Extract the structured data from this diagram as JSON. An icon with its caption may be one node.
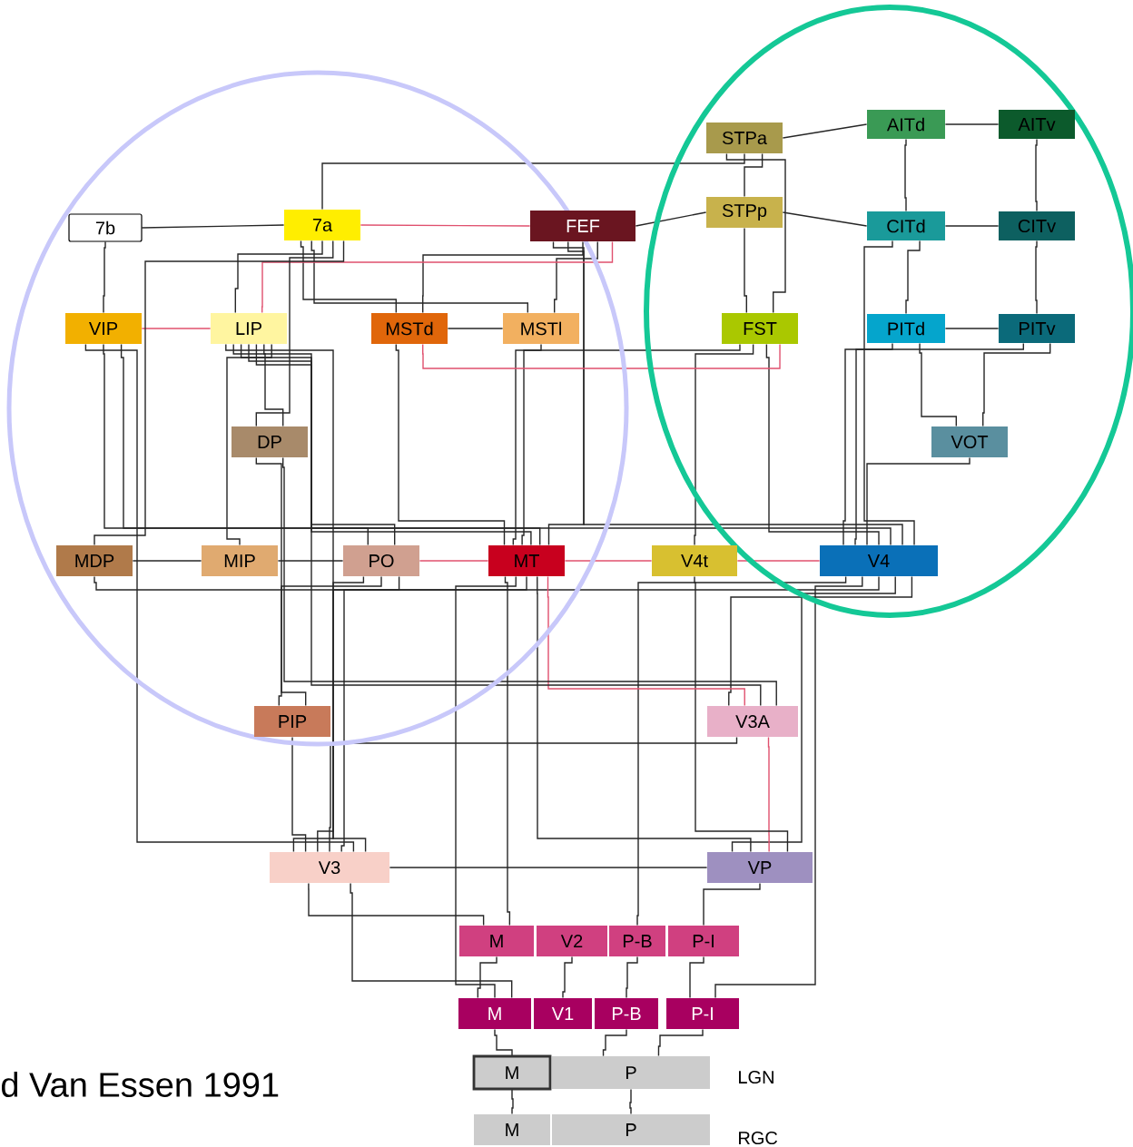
{
  "diagram": {
    "nodes": [
      {
        "text": [
          "STPa"
        ]
      },
      {
        "text": [
          "AITd"
        ]
      },
      {
        "text": [
          "AITv"
        ]
      },
      {
        "text": [
          "7b"
        ]
      },
      {
        "text": [
          "7a"
        ]
      },
      {
        "text": [
          "FEF"
        ]
      },
      {
        "text": [
          "STPp"
        ]
      },
      {
        "text": [
          "CITd"
        ]
      },
      {
        "text": [
          "CITv"
        ]
      },
      {
        "text": [
          "VIP"
        ]
      },
      {
        "text": [
          "LIP"
        ]
      },
      {
        "text": [
          "MSTd"
        ]
      },
      {
        "text": [
          "MSTl"
        ]
      },
      {
        "text": [
          "FST"
        ]
      },
      {
        "text": [
          "PITd"
        ]
      },
      {
        "text": [
          "PITv"
        ]
      },
      {
        "text": [
          "DP"
        ]
      },
      {
        "text": [
          "VOT"
        ]
      },
      {
        "text": [
          "MDP"
        ]
      },
      {
        "text": [
          "MIP"
        ]
      },
      {
        "text": [
          "PO"
        ]
      },
      {
        "text": [
          "MT"
        ]
      },
      {
        "text": [
          "V4t"
        ]
      },
      {
        "text": [
          "V4"
        ]
      },
      {
        "text": [
          "PIP"
        ]
      },
      {
        "text": [
          "V3A"
        ]
      },
      {
        "text": [
          "V3"
        ]
      },
      {
        "text": [
          "VP"
        ]
      },
      {
        "text": [
          "M"
        ]
      },
      {
        "text": [
          "V2"
        ]
      },
      {
        "text": [
          "P-B"
        ]
      },
      {
        "text": [
          "P-I"
        ]
      },
      {
        "text": [
          "M"
        ]
      },
      {
        "text": [
          "V1"
        ]
      },
      {
        "text": [
          "P-B"
        ]
      },
      {
        "text": [
          "P-I"
        ]
      },
      {
        "text": [
          "M"
        ]
      },
      {
        "text": [
          "P"
        ]
      },
      {
        "text": [
          "M"
        ]
      },
      {
        "text": [
          "P"
        ]
      }
    ],
    "edges": [
      {
        "from": 32,
        "to": 36,
        "arrow": "none"
      },
      {
        "from": 34,
        "to": 37,
        "arrow": "none"
      },
      {
        "from": 35,
        "to": 37,
        "arrow": "none"
      },
      {
        "from": 36,
        "to": 38,
        "arrow": "none"
      },
      {
        "from": 37,
        "to": 39,
        "arrow": "none"
      },
      {
        "from": 32,
        "to": 28,
        "arrow": "none"
      },
      {
        "from": 33,
        "to": 29,
        "arrow": "none"
      },
      {
        "from": 34,
        "to": 30,
        "arrow": "none"
      },
      {
        "from": 35,
        "to": 31,
        "arrow": "none"
      },
      {
        "from": 28,
        "to": 26,
        "arrow": "none"
      },
      {
        "from": 31,
        "to": 27,
        "arrow": "none"
      },
      {
        "from": 30,
        "to": 23,
        "arrow": "none"
      },
      {
        "from": 28,
        "to": 21,
        "arrow": "none"
      },
      {
        "from": 32,
        "to": 21,
        "arrow": "none"
      },
      {
        "from": 32,
        "to": 26,
        "arrow": "none"
      },
      {
        "from": 35,
        "to": 23,
        "arrow": "none"
      },
      {
        "from": 26,
        "to": 27,
        "arrow": "none"
      },
      {
        "from": 26,
        "to": 20,
        "arrow": "none"
      },
      {
        "from": 26,
        "to": 24,
        "arrow": "none"
      },
      {
        "from": 26,
        "to": 21,
        "arrow": "none"
      },
      {
        "from": 26,
        "to": 25,
        "arrow": "none"
      },
      {
        "from": 26,
        "to": 23,
        "arrow": "none"
      },
      {
        "from": 26,
        "to": 9,
        "arrow": "none"
      },
      {
        "from": 26,
        "to": 10,
        "arrow": "none"
      },
      {
        "from": 27,
        "to": 23,
        "arrow": "none"
      },
      {
        "from": 27,
        "to": 21,
        "arrow": "none"
      },
      {
        "from": 27,
        "to": 25,
        "arrow": "none",
        "color": "#e0506e"
      },
      {
        "from": 27,
        "to": 22,
        "arrow": "none"
      },
      {
        "from": 24,
        "to": 20,
        "arrow": "none"
      },
      {
        "from": 24,
        "to": 16,
        "arrow": "none"
      },
      {
        "from": 25,
        "to": 23,
        "arrow": "none"
      },
      {
        "from": 25,
        "to": 21,
        "arrow": "none",
        "color": "#e0506e"
      },
      {
        "from": 25,
        "to": 10,
        "arrow": "none"
      },
      {
        "from": 25,
        "to": 16,
        "arrow": "none"
      },
      {
        "from": 20,
        "to": 19,
        "arrow": "none"
      },
      {
        "from": 20,
        "to": 18,
        "arrow": "none"
      },
      {
        "from": 20,
        "to": 21,
        "arrow": "none",
        "color": "#e0506e"
      },
      {
        "from": 20,
        "to": 9,
        "arrow": "none"
      },
      {
        "from": 20,
        "to": 10,
        "arrow": "none"
      },
      {
        "from": 21,
        "to": 11,
        "arrow": "none"
      },
      {
        "from": 21,
        "to": 12,
        "arrow": "none"
      },
      {
        "from": 21,
        "to": 13,
        "arrow": "none"
      },
      {
        "from": 21,
        "to": 22,
        "arrow": "none",
        "color": "#e0506e"
      },
      {
        "from": 21,
        "to": 10,
        "arrow": "none"
      },
      {
        "from": 21,
        "to": 9,
        "arrow": "none"
      },
      {
        "from": 21,
        "to": 5,
        "arrow": "none"
      },
      {
        "from": 22,
        "to": 13,
        "arrow": "none"
      },
      {
        "from": 22,
        "to": 23,
        "arrow": "none",
        "color": "#e0506e"
      },
      {
        "from": 23,
        "to": 14,
        "arrow": "none"
      },
      {
        "from": 23,
        "to": 15,
        "arrow": "none"
      },
      {
        "from": 23,
        "to": 17,
        "arrow": "none"
      },
      {
        "from": 23,
        "to": 13,
        "arrow": "none"
      },
      {
        "from": 23,
        "to": 10,
        "arrow": "none"
      },
      {
        "from": 23,
        "to": 5,
        "arrow": "none"
      },
      {
        "from": 23,
        "to": 7,
        "arrow": "none"
      },
      {
        "from": 17,
        "to": 14,
        "arrow": "none"
      },
      {
        "from": 17,
        "to": 15,
        "arrow": "none"
      },
      {
        "from": 14,
        "to": 7,
        "arrow": "none"
      },
      {
        "from": 15,
        "to": 8,
        "arrow": "none"
      },
      {
        "from": 14,
        "to": 15,
        "arrow": "none"
      },
      {
        "from": 7,
        "to": 1,
        "arrow": "none"
      },
      {
        "from": 8,
        "to": 2,
        "arrow": "none"
      },
      {
        "from": 7,
        "to": 8,
        "arrow": "none"
      },
      {
        "from": 1,
        "to": 2,
        "arrow": "none"
      },
      {
        "from": 13,
        "to": 6,
        "arrow": "none"
      },
      {
        "from": 13,
        "to": 0,
        "arrow": "none"
      },
      {
        "from": 13,
        "to": 11,
        "arrow": "none",
        "color": "#e0506e"
      },
      {
        "from": 11,
        "to": 4,
        "arrow": "none"
      },
      {
        "from": 12,
        "to": 4,
        "arrow": "none"
      },
      {
        "from": 11,
        "to": 5,
        "arrow": "none"
      },
      {
        "from": 12,
        "to": 5,
        "arrow": "none"
      },
      {
        "from": 11,
        "to": 12,
        "arrow": "none"
      },
      {
        "from": 10,
        "to": 4,
        "arrow": "none"
      },
      {
        "from": 10,
        "to": 5,
        "arrow": "none",
        "color": "#e0506e"
      },
      {
        "from": 9,
        "to": 3,
        "arrow": "none"
      },
      {
        "from": 9,
        "to": 10,
        "arrow": "none",
        "color": "#e0506e"
      },
      {
        "from": 16,
        "to": 4,
        "arrow": "none"
      },
      {
        "from": 16,
        "to": 10,
        "arrow": "none"
      },
      {
        "from": 18,
        "to": 4,
        "arrow": "none"
      },
      {
        "from": 19,
        "to": 18,
        "arrow": "none"
      },
      {
        "from": 19,
        "to": 10,
        "arrow": "none"
      },
      {
        "from": 4,
        "to": 3,
        "arrow": "none"
      },
      {
        "from": 4,
        "to": 5,
        "arrow": "none",
        "color": "#e0506e"
      },
      {
        "from": 4,
        "to": 0,
        "arrow": "none"
      },
      {
        "from": 6,
        "to": 0,
        "arrow": "none"
      },
      {
        "from": 0,
        "to": 1,
        "arrow": "none"
      },
      {
        "from": 6,
        "to": 7,
        "arrow": "none"
      },
      {
        "from": 5,
        "to": 6,
        "arrow": "none"
      }
    ],
    "labels": [
      "LGN",
      "RGC",
      "d Van Essen 1991"
    ]
  }
}
